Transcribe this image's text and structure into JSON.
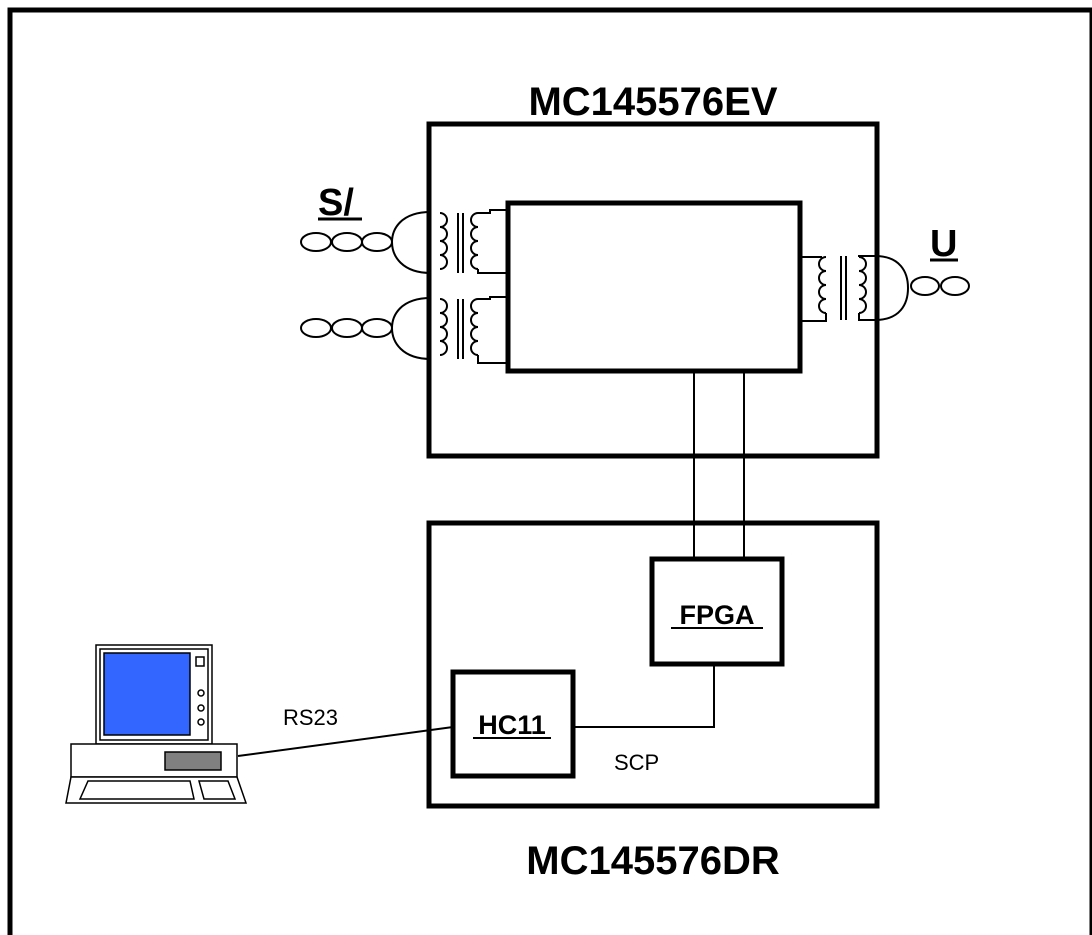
{
  "diagram": {
    "top_board_title": "MC145576EV",
    "bottom_board_title": "MC145576DR",
    "left_port_label": "S/",
    "right_port_label": "U",
    "fpga_label": "FPGA",
    "mcu_label": "HC11",
    "serial_link_label": "RS23",
    "scp_label": "SCP"
  },
  "colors": {
    "line": "#000000",
    "screen": "#3366ff",
    "keyboard_key": "#808080"
  }
}
